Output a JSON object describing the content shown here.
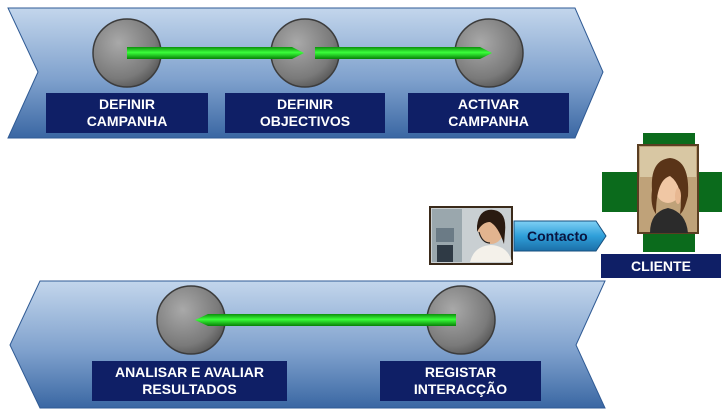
{
  "top_process": {
    "steps": [
      {
        "line1": "DEFINIR",
        "line2": "CAMPANHA"
      },
      {
        "line1": "DEFINIR",
        "line2": "OBJECTIVOS"
      },
      {
        "line1": "ACTIVAR",
        "line2": "CAMPANHA"
      }
    ]
  },
  "bottom_process": {
    "steps": [
      {
        "line1": "ANALISAR E AVALIAR",
        "line2": "RESULTADOS"
      },
      {
        "line1": "REGISTAR",
        "line2": "INTERACÇÃO"
      }
    ]
  },
  "contact": {
    "label": "Contacto"
  },
  "client": {
    "label": "CLIENTE"
  },
  "colors": {
    "band_light": "#b9cfe6",
    "band_dark": "#3f6ea8",
    "label_bg": "#0f1f66",
    "arrow_green": "#22dd22",
    "cross_green": "#0b6b1c",
    "circle_gray": "#7e7e7e"
  }
}
